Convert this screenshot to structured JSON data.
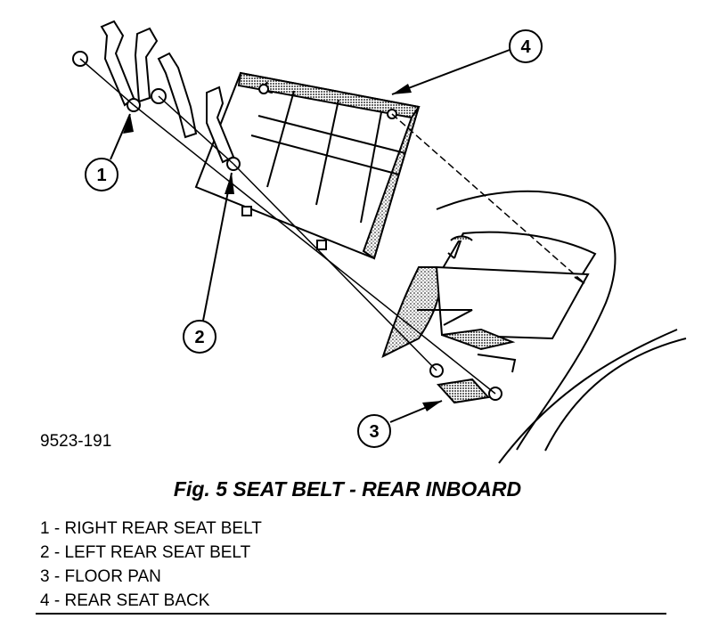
{
  "figure": {
    "drawing_id": "9523-191",
    "caption": "Fig. 5 SEAT BELT - REAR INBOARD",
    "callouts": [
      "1",
      "2",
      "3",
      "4"
    ],
    "legend": [
      {
        "number": "1",
        "label": "RIGHT REAR SEAT BELT"
      },
      {
        "number": "2",
        "label": "LEFT REAR SEAT BELT"
      },
      {
        "number": "3",
        "label": "FLOOR PAN"
      },
      {
        "number": "4",
        "label": "REAR SEAT BACK"
      }
    ]
  }
}
